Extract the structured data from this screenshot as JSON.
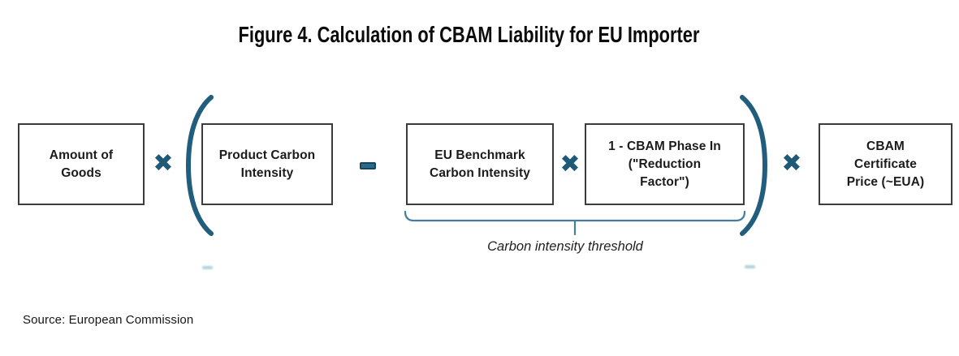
{
  "figure": {
    "title": "Figure 4. Calculation of CBAM Liability for EU Importer",
    "source": "Source: European Commission",
    "boxes": [
      {
        "id": "amount-of-goods",
        "lines": [
          "Amount of",
          "Goods"
        ]
      },
      {
        "id": "product-carbon-intensity",
        "lines": [
          "Product Carbon",
          "Intensity"
        ]
      },
      {
        "id": "eu-benchmark-carbon-intensity",
        "lines": [
          "EU Benchmark",
          "Carbon Intensity"
        ]
      },
      {
        "id": "cbam-phase-in",
        "lines": [
          "1 - CBAM Phase In",
          "(\"Reduction",
          "Factor\")"
        ]
      },
      {
        "id": "cbam-certificate-price",
        "lines": [
          "CBAM",
          "Certificate",
          "Price (~EUA)"
        ]
      }
    ],
    "operators": {
      "multiply_symbol": "✖",
      "minus_symbol": "−"
    },
    "annotation": {
      "brace_label": "Carbon intensity threshold"
    },
    "colors": {
      "accent_teal": "#1e5a77",
      "paren_teal": "#215d7c",
      "brace_teal": "#457f9b",
      "box_border": "#3c3c3c"
    }
  }
}
